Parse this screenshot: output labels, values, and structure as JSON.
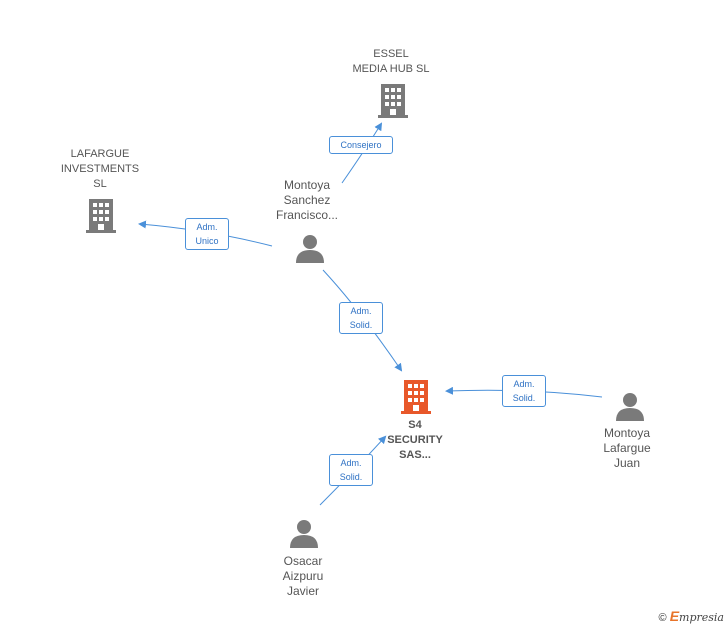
{
  "nodes": {
    "essel": {
      "lines": [
        "ESSEL",
        "MEDIA HUB  SL"
      ]
    },
    "lafargue_inv": {
      "lines": [
        "LAFARGUE",
        "INVESTMENTS",
        "SL"
      ]
    },
    "montoya_sf": {
      "lines": [
        "Montoya",
        "Sanchez",
        "Francisco..."
      ]
    },
    "s4": {
      "lines": [
        "S4",
        "SECURITY",
        "SAS..."
      ]
    },
    "montoya_lj": {
      "lines": [
        "Montoya",
        "Lafargue",
        "Juan"
      ]
    },
    "osacar": {
      "lines": [
        "Osacar",
        "Aizpuru",
        "Javier"
      ]
    }
  },
  "edges": {
    "consejero": {
      "lines": [
        "Consejero"
      ]
    },
    "adm_unico": {
      "lines": [
        "Adm.",
        "Unico"
      ]
    },
    "adm_solid_1": {
      "lines": [
        "Adm.",
        "Solid."
      ]
    },
    "adm_solid_2": {
      "lines": [
        "Adm.",
        "Solid."
      ]
    },
    "adm_solid_3": {
      "lines": [
        "Adm.",
        "Solid."
      ]
    }
  },
  "colors": {
    "company": "#7a7a7a",
    "focus_company": "#e8582a",
    "person": "#7a7a7a",
    "edge": "#4a90d9"
  },
  "footer": {
    "copyright": "©",
    "brand_e": "E",
    "brand_rest": "mpresia"
  }
}
